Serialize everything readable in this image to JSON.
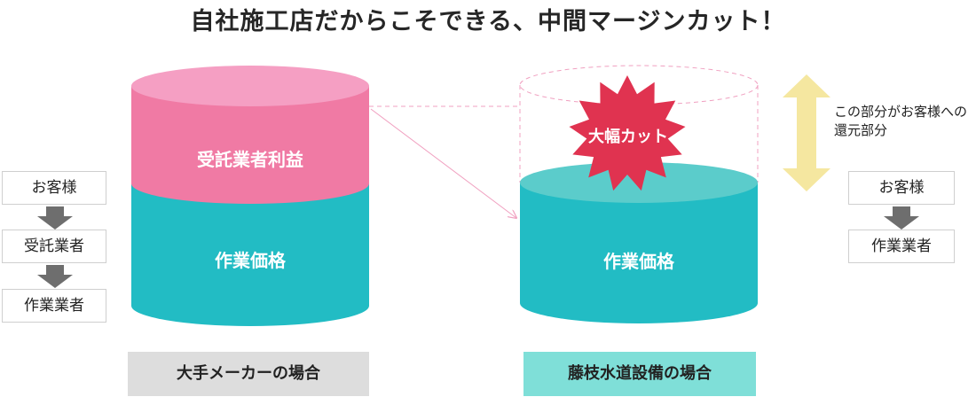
{
  "title": "自社施工店だからこそできる、中間マージンカット！",
  "left": {
    "top_layer_label": "受託業者利益",
    "bottom_layer_label": "作業価格",
    "flow": [
      "お客様",
      "受託業者",
      "作業業者"
    ],
    "banner": "大手メーカーの場合"
  },
  "right": {
    "badge_label": "大幅カット",
    "layer_label": "作業価格",
    "flow": [
      "お客様",
      "作業業者"
    ],
    "banner": "藤枝水道設備の場合",
    "note": [
      "この部分がお客様への",
      "還元部分"
    ]
  },
  "colors": {
    "pink": "#f07aa4",
    "pink_top": "#f59fc3",
    "teal": "#22bcc4",
    "teal_top": "#5bcccb",
    "burst": "#e03350",
    "arrow_grey": "#6e6e6e",
    "banner_left": "#dddddd",
    "banner_right": "#7fdfd8",
    "double_arrow": "#f5e7a0"
  }
}
